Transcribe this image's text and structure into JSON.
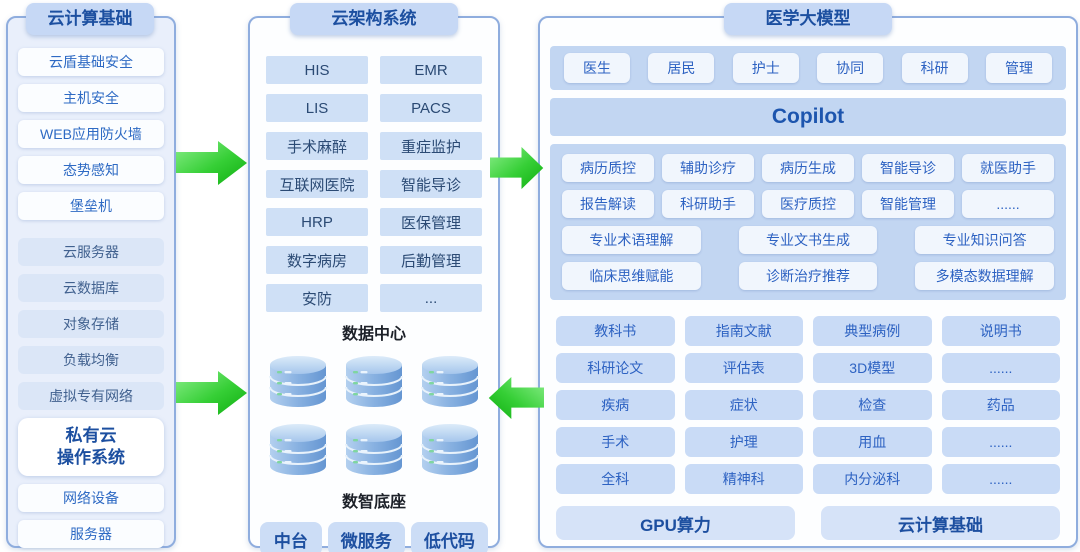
{
  "colors": {
    "panel_border": "#8fadde",
    "header_bg": "#c6d8f5",
    "header_text": "#1c4fa0",
    "left_panel_bg": "#e9effb",
    "white_chip_text": "#2e6ac4",
    "mid_chip_bg": "#cfe0f6",
    "band_bg": "#c2d6f2",
    "catalog_chip_bg": "#c9dbf6",
    "arrow_green_light": "#8bee8b",
    "arrow_green_dark": "#0fae10"
  },
  "left_panel": {
    "title": "云计算基础",
    "security_items": [
      "云盾基础安全",
      "主机安全",
      "WEB应用防火墙",
      "态势感知",
      "堡垒机"
    ],
    "resource_items": [
      "云服务器",
      "云数据库",
      "对象存储",
      "负载均衡",
      "虚拟专有网络"
    ],
    "os_box": {
      "line1": "私有云",
      "line2": "操作系统"
    },
    "hardware_items": [
      "网络设备",
      "服务器"
    ]
  },
  "middle_panel": {
    "title": "云架构系统",
    "grid": [
      "HIS",
      "EMR",
      "LIS",
      "PACS",
      "手术麻醉",
      "重症监护",
      "互联网医院",
      "智能导诊",
      "HRP",
      "医保管理",
      "数字病房",
      "后勤管理",
      "安防",
      "..."
    ],
    "data_center_label": "数据中心",
    "data_base_label": "数智底座",
    "bottom_buttons": [
      "中台",
      "微服务",
      "低代码"
    ]
  },
  "right_panel": {
    "title": "医学大模型",
    "roles": [
      "医生",
      "居民",
      "护士",
      "协同",
      "科研",
      "管理"
    ],
    "copilot_label": "Copilot",
    "capability_row1": [
      "病历质控",
      "辅助诊疗",
      "病历生成",
      "智能导诊",
      "就医助手"
    ],
    "capability_row2": [
      "报告解读",
      "科研助手",
      "医疗质控",
      "智能管理",
      "......"
    ],
    "capability_row3": [
      "专业术语理解",
      "专业文书生成",
      "专业知识问答"
    ],
    "capability_row4": [
      "临床思维赋能",
      "诊断治疗推荐",
      "多模态数据理解"
    ],
    "knowledge_grid": [
      [
        "教科书",
        "指南文献",
        "典型病例",
        "说明书"
      ],
      [
        "科研论文",
        "评估表",
        "3D模型",
        "......"
      ],
      [
        "疾病",
        "症状",
        "检查",
        "药品"
      ],
      [
        "手术",
        "护理",
        "用血",
        "......"
      ],
      [
        "全科",
        "精神科",
        "内分泌科",
        "......"
      ]
    ],
    "bottom_bars": [
      "GPU算力",
      "云计算基础"
    ]
  }
}
